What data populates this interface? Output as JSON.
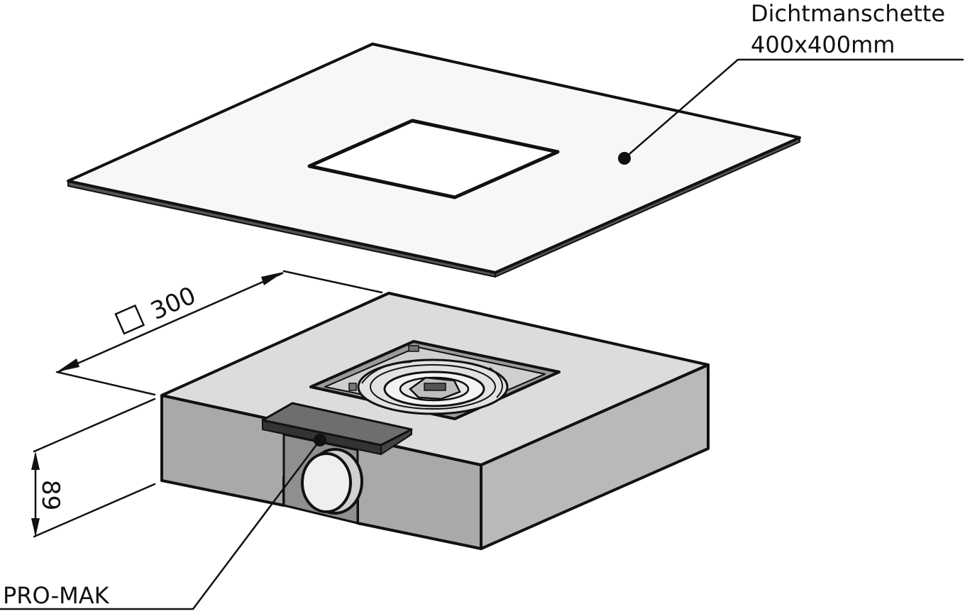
{
  "labels": {
    "membrane_line1": "Dichtmanschette",
    "membrane_line2": "400x400mm",
    "product": "PRO-MAK"
  },
  "dimensions": {
    "width_value": "300",
    "height_value": "89"
  },
  "colors": {
    "line": "#111111",
    "membrane_fill": "#f7f7f7",
    "block_top": "#dcdcdc",
    "block_side": "#a9a9a9",
    "pipe": "#e6e6e6"
  }
}
